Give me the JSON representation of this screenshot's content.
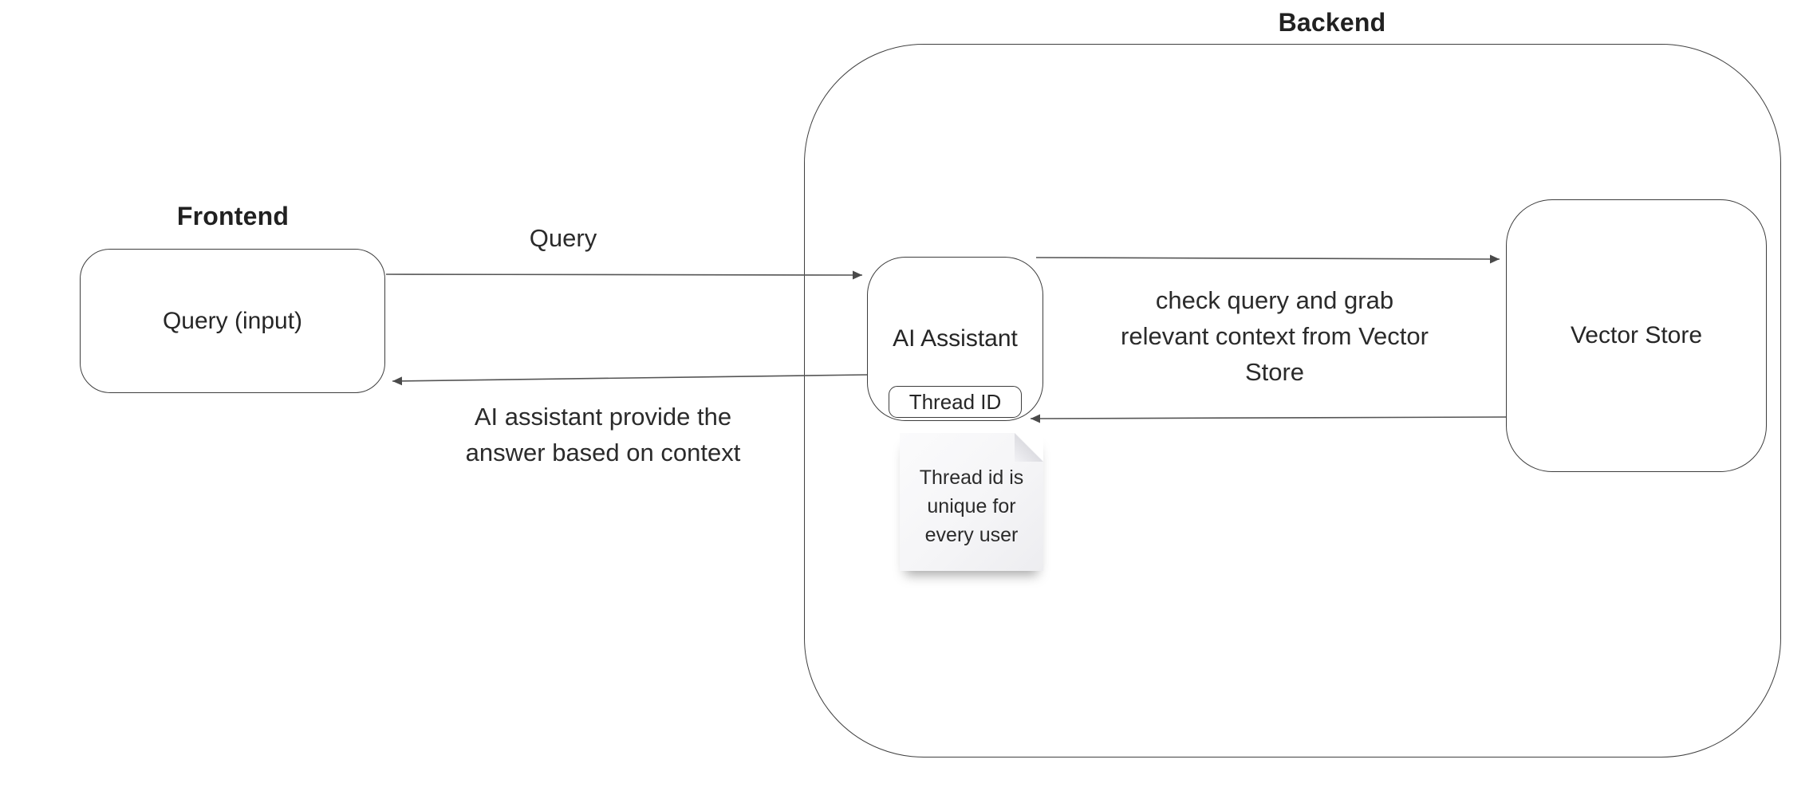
{
  "titles": {
    "frontend": "Frontend",
    "backend": "Backend"
  },
  "nodes": {
    "query_input": {
      "label": "Query (input)"
    },
    "ai_assistant": {
      "label": "AI Assistant",
      "badge": "Thread ID"
    },
    "vector_store": {
      "label": "Vector Store"
    }
  },
  "edges": {
    "query": {
      "label": "Query"
    },
    "answer": {
      "label": "AI assistant provide the\nanswer based on context"
    },
    "context_request": {
      "label": "check query and grab\nrelevant context from Vector\nStore"
    }
  },
  "note": {
    "text": "Thread id is\nunique for\nevery user"
  },
  "colors": {
    "connector": "#555555",
    "shape_border": "#3d3d3d",
    "text": "#262626",
    "note_background": "#f5f5f7"
  }
}
